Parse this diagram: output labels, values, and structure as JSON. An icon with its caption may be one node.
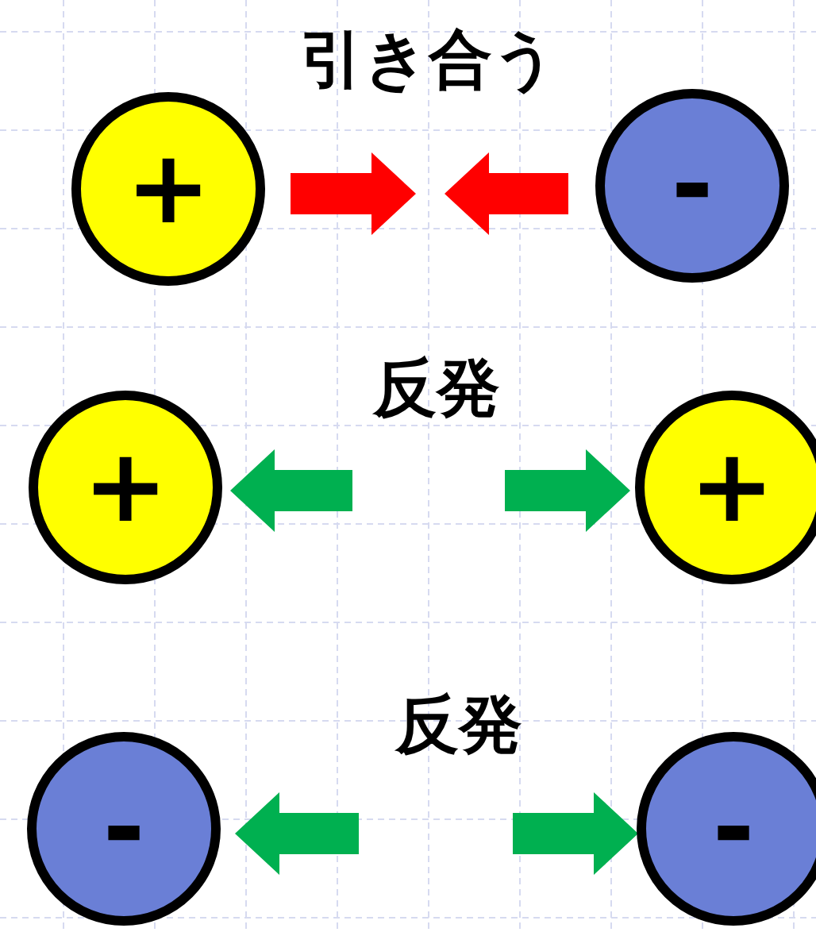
{
  "diagram": {
    "nodes": [
      {
        "text": [
          "+"
        ]
      },
      {
        "text": [
          "-"
        ]
      },
      {
        "text": [
          "+"
        ]
      },
      {
        "text": [
          "+"
        ]
      },
      {
        "text": [
          "-"
        ]
      },
      {
        "text": [
          "-"
        ]
      }
    ],
    "labels": [
      "引き合う",
      "反発",
      "反発"
    ]
  }
}
